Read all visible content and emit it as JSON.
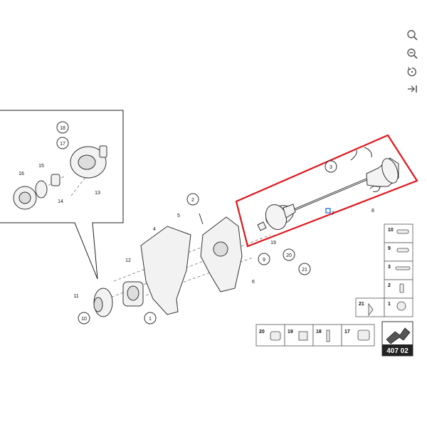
{
  "toolbar": {
    "icons": [
      "zoom-in-icon",
      "zoom-out-icon",
      "reset-view-icon",
      "collapse-panel-icon"
    ]
  },
  "diagram": {
    "page_code": "407 02",
    "highlight_color": "#e0161b",
    "selected_marker_color": "#1e6fd9",
    "callouts": {
      "c1": "1",
      "c2": "2",
      "c3": "3",
      "c4": "4",
      "c5": "5",
      "c6": "6",
      "c7": "7",
      "c8": "8",
      "c9": "9",
      "c10": "10",
      "c11": "11",
      "c12": "12",
      "c13": "13",
      "c14": "14",
      "c15": "15",
      "c16": "16",
      "c17": "17",
      "c18": "18",
      "c19": "19",
      "c20": "20",
      "c21": "21"
    },
    "legend": {
      "l10": "10",
      "l9": "9",
      "l3": "3",
      "l2": "2",
      "l21": "21",
      "l1": "1",
      "l20": "20",
      "l19": "19",
      "l18": "18",
      "l17": "17"
    }
  }
}
